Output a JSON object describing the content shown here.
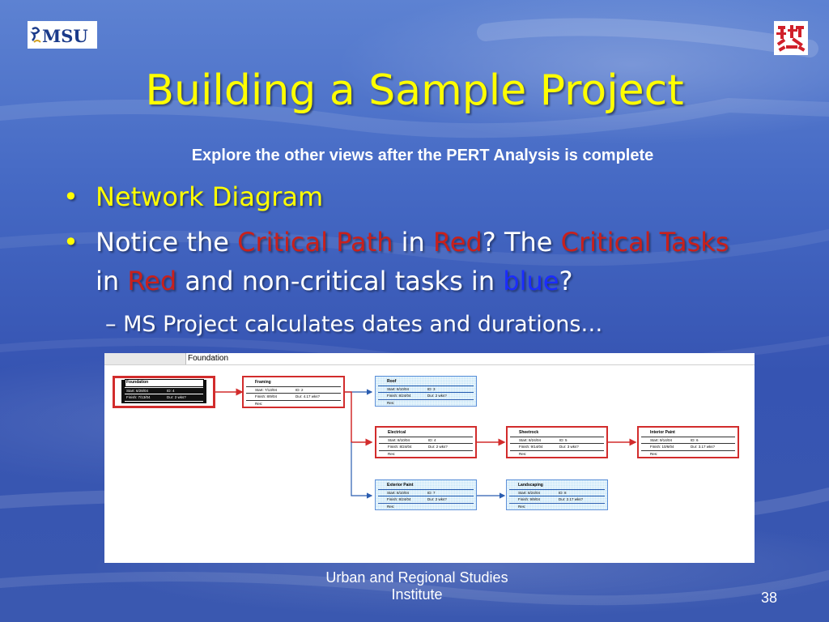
{
  "slide": {
    "title": "Building a Sample Project",
    "subtitle": "Explore the other views  after the PERT Analysis is complete",
    "bullet1": "Network Diagram",
    "bullet2": {
      "p1": "Notice the ",
      "p2": "Critical Path",
      "p3": " in ",
      "p4": "Red",
      "p5": "? The ",
      "p6": "Critical Tasks"
    },
    "bullet2_line2": {
      "p1": "in ",
      "p2": "Red",
      "p3": " and non-critical tasks in ",
      "p4": "blue",
      "p5": "?"
    },
    "sub_bullet": "MS Project calculates dates and durations…",
    "footer": {
      "institute_line1": "Urban and Regional Studies",
      "institute_line2": "Institute",
      "page_number": "38"
    },
    "logo_text": "MSU"
  },
  "diagram": {
    "header_label": "Foundation",
    "nodes": [
      {
        "key": "foundation",
        "name": "Foundation",
        "start": "Start: 6/28/04",
        "id": "ID: 4",
        "finish": "Finish: 7/13/04",
        "dur": "Dur: 2 wks?",
        "res": "Res:"
      },
      {
        "key": "framing",
        "name": "Framing",
        "start": "Start: 7/13/04",
        "id": "ID: 2",
        "finish": "Finish: 8/9/04",
        "dur": "Dur: 4.17 wks?",
        "res": "Res:"
      },
      {
        "key": "roof",
        "name": "Roof",
        "start": "Start: 8/10/04",
        "id": "ID: 3",
        "finish": "Finish: 8/24/04",
        "dur": "Dur: 2 wks?",
        "res": "Res:"
      },
      {
        "key": "electrical",
        "name": "Electrical",
        "start": "Start: 8/10/04",
        "id": "ID: 4",
        "finish": "Finish: 8/24/04",
        "dur": "Dur: 2 wks?",
        "res": "Res:"
      },
      {
        "key": "sheetrock",
        "name": "Sheetrock",
        "start": "Start: 8/24/04",
        "id": "ID: 5",
        "finish": "Finish: 9/14/04",
        "dur": "Dur: 3 wks?",
        "res": "Res:"
      },
      {
        "key": "interior",
        "name": "Interior Paint",
        "start": "Start: 9/14/04",
        "id": "ID: 6",
        "finish": "Finish: 10/6/04",
        "dur": "Dur: 3.17 wks?",
        "res": "Res:"
      },
      {
        "key": "exterior",
        "name": "Exterior Paint",
        "start": "Start: 8/10/04",
        "id": "ID: 7",
        "finish": "Finish: 8/24/04",
        "dur": "Dur: 2 wks?",
        "res": "Res:"
      },
      {
        "key": "landscaping",
        "name": "Landscaping",
        "start": "Start: 8/24/04",
        "id": "ID: 8",
        "finish": "Finish: 9/9/04",
        "dur": "Dur: 2.17 wks?",
        "res": "Res:"
      }
    ]
  },
  "colors": {
    "title": "#ffff00",
    "critical": "#c8201c",
    "noncritical": "#1b2cff"
  }
}
